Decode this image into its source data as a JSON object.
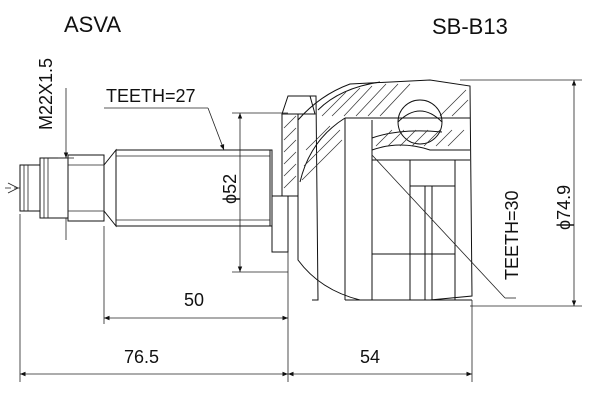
{
  "header": {
    "brand": "ASVA",
    "part_number": "SB-B13"
  },
  "dimensions": {
    "thread": "M22X1.5",
    "outer_teeth": "TEETH=27",
    "shaft_diameter": "ϕ52",
    "inner_teeth": "TEETH=30",
    "body_diameter": "ϕ74.9",
    "stub_length": "50",
    "shaft_total_length": "76.5",
    "body_length": "54"
  },
  "colors": {
    "line": "#111111",
    "background": "#ffffff"
  }
}
